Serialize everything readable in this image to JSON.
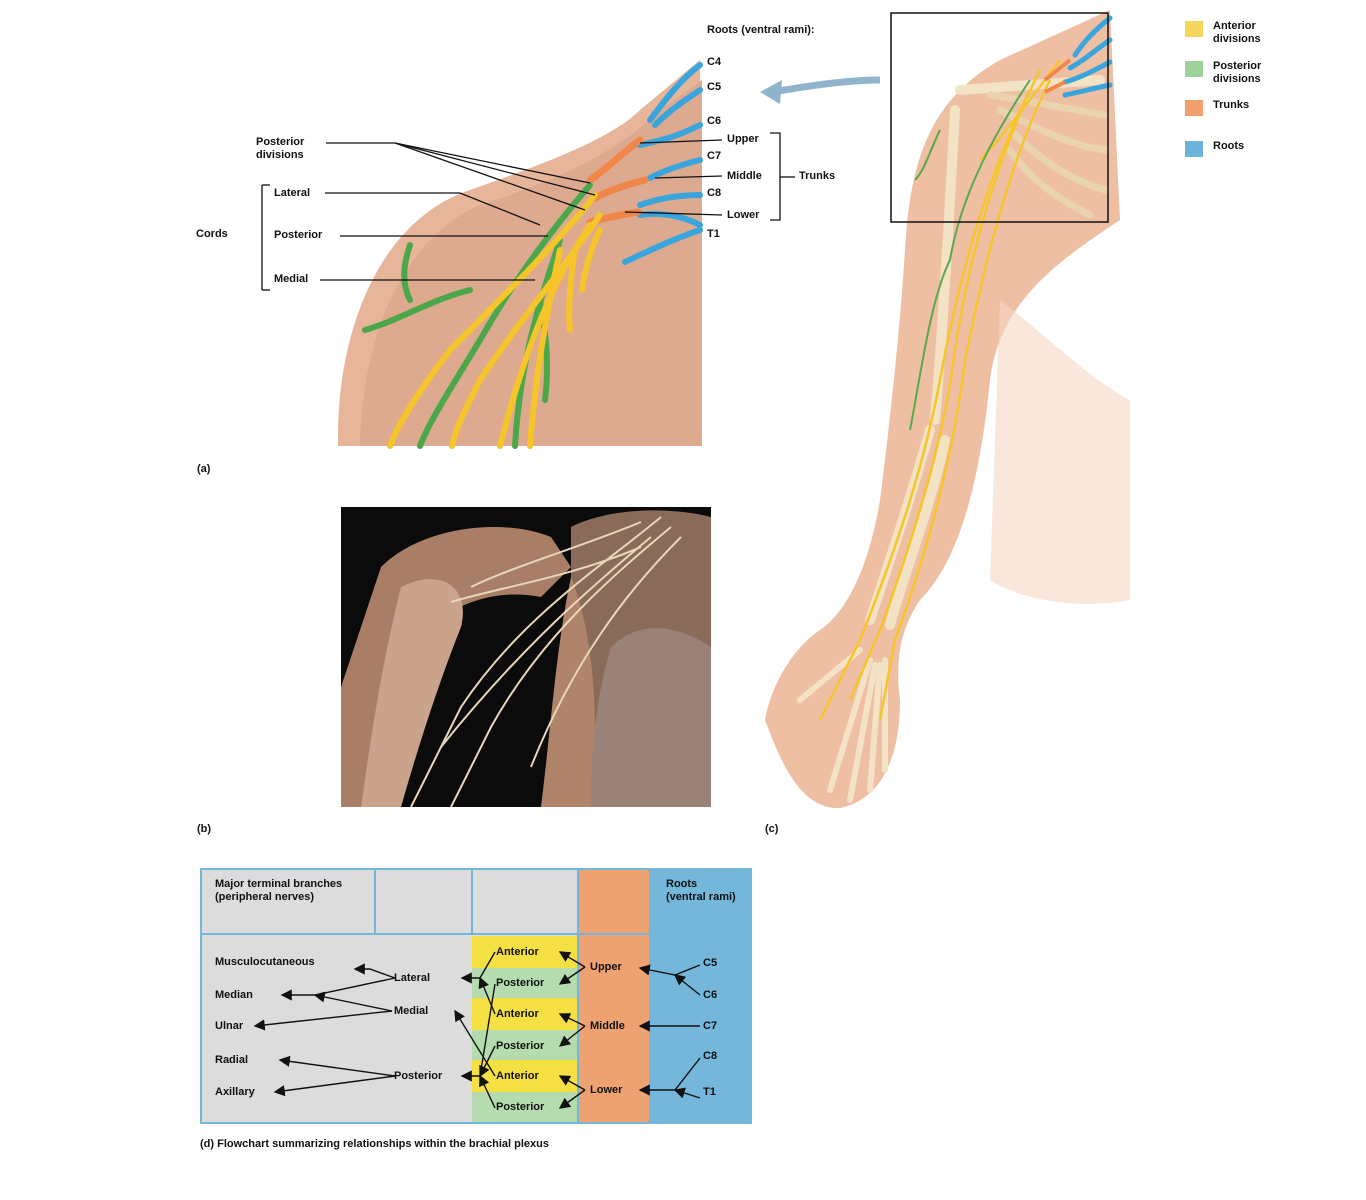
{
  "panels": {
    "a": "(a)",
    "b": "(b)",
    "c": "(c)"
  },
  "panel_a": {
    "roots_title": "Roots (ventral rami):",
    "roots": [
      "C4",
      "C5",
      "C6",
      "C7",
      "C8",
      "T1"
    ],
    "trunks_label": "Trunks",
    "trunks": {
      "upper": "Upper",
      "middle": "Middle",
      "lower": "Lower"
    },
    "posterior_divisions": "Posterior divisions",
    "cords_label": "Cords",
    "cords": {
      "lateral": "Lateral",
      "posterior": "Posterior",
      "medial": "Medial"
    }
  },
  "legend": [
    {
      "label": "Anterior divisions",
      "color": "#f5d55a"
    },
    {
      "label": "Posterior divisions",
      "color": "#9fd19a"
    },
    {
      "label": "Trunks",
      "color": "#f2a06e"
    },
    {
      "label": "Roots",
      "color": "#6bb3d8"
    }
  ],
  "flowchart": {
    "header_branches": "Major terminal branches (peripheral nerves)",
    "header_roots": "Roots (ventral rami)",
    "branches": [
      "Musculocutaneous",
      "Median",
      "Ulnar",
      "Radial",
      "Axillary"
    ],
    "cords": [
      "Lateral",
      "Medial",
      "Posterior"
    ],
    "divisions": [
      "Anterior",
      "Posterior",
      "Anterior",
      "Posterior",
      "Anterior",
      "Posterior"
    ],
    "trunks": [
      "Upper",
      "Middle",
      "Lower"
    ],
    "roots": [
      "C5",
      "C6",
      "C7",
      "C8",
      "T1"
    ],
    "colors": {
      "gray": "#dcdcdc",
      "yellow": "#f5e043",
      "green": "#b5dcae",
      "orange": "#efa271",
      "blue": "#74b7da"
    }
  },
  "caption": "(d) Flowchart summarizing relationships within the brachial plexus"
}
